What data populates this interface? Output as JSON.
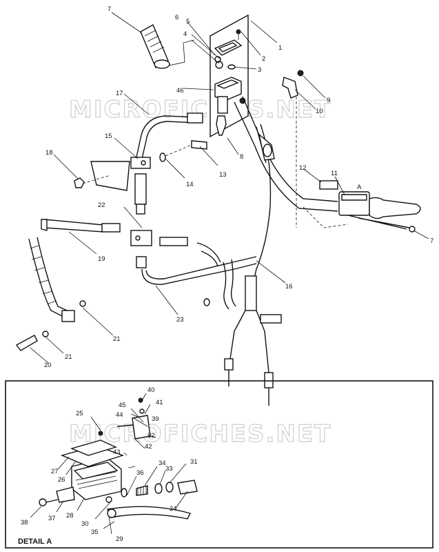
{
  "watermarks": [
    "MICROFICHES.NET",
    "MICROFICHES.NET"
  ],
  "detail_title": "DETAIL A",
  "detail_marker": "A",
  "callouts": {
    "c1": "1",
    "c2": "2",
    "c3": "3",
    "c4": "4",
    "c5": "5",
    "c6": "6",
    "c7a": "7",
    "c7b": "7",
    "c8": "8",
    "c9": "9",
    "c10": "10",
    "c11": "11",
    "c12": "12",
    "c13": "13",
    "c14": "14",
    "c15": "15",
    "c16": "16",
    "c17": "17",
    "c18": "18",
    "c19": "19",
    "c20": "20",
    "c21a": "21",
    "c21b": "21",
    "c22": "22",
    "c23": "23",
    "c24": "24",
    "c25": "25",
    "c26": "26",
    "c27": "27",
    "c28": "28",
    "c29": "29",
    "c30": "30",
    "c31": "31",
    "c32": "32",
    "c33": "33",
    "c34": "34",
    "c35": "35",
    "c36": "36",
    "c37": "37",
    "c38": "38",
    "c39": "39",
    "c40": "40",
    "c41": "41",
    "c42": "42",
    "c43": "43",
    "c44": "44",
    "c45": "45",
    "c46": "46"
  }
}
